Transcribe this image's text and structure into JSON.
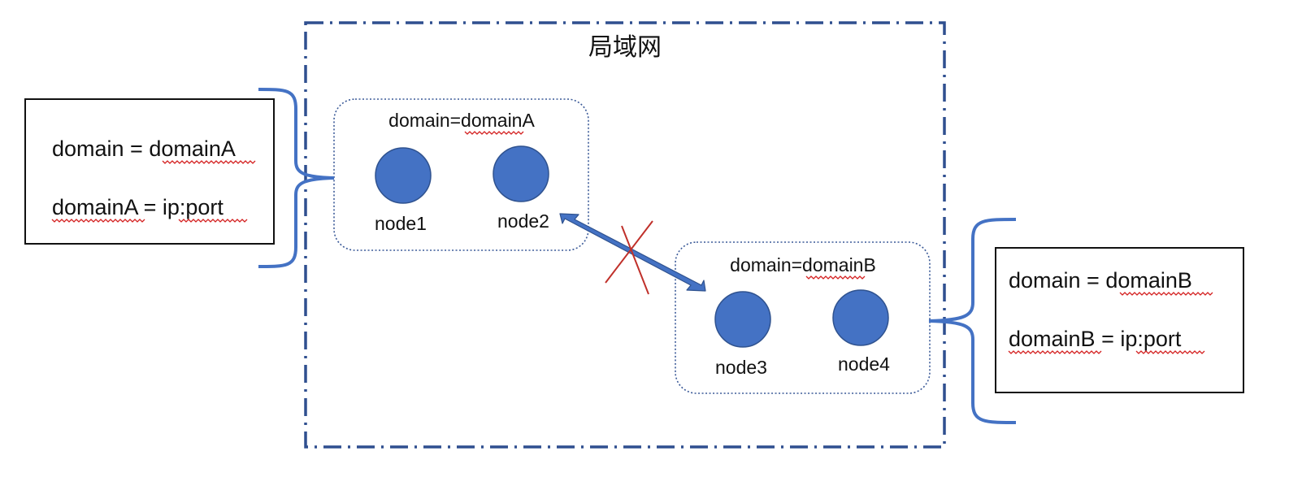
{
  "lan": {
    "title": "局域网"
  },
  "groups": [
    {
      "label": "domain=domainA",
      "nodes": [
        "node1",
        "node2"
      ]
    },
    {
      "label": "domain=domainB",
      "nodes": [
        "node3",
        "node4"
      ]
    }
  ],
  "configs": [
    {
      "line1": "domain = domainA",
      "line2": "domainA = ip:port"
    },
    {
      "line1": "domain = domainB",
      "line2": "domainB = ip:port"
    }
  ],
  "colors": {
    "lan_border": "#2f4f8f",
    "node_fill": "#4472c4",
    "brace": "#4472c4",
    "blocked_cross": "#c0302a",
    "spellcheck_underline": "#d42020"
  },
  "icons": {
    "blocked": "x-cross-icon",
    "connection": "double-arrow-icon"
  }
}
